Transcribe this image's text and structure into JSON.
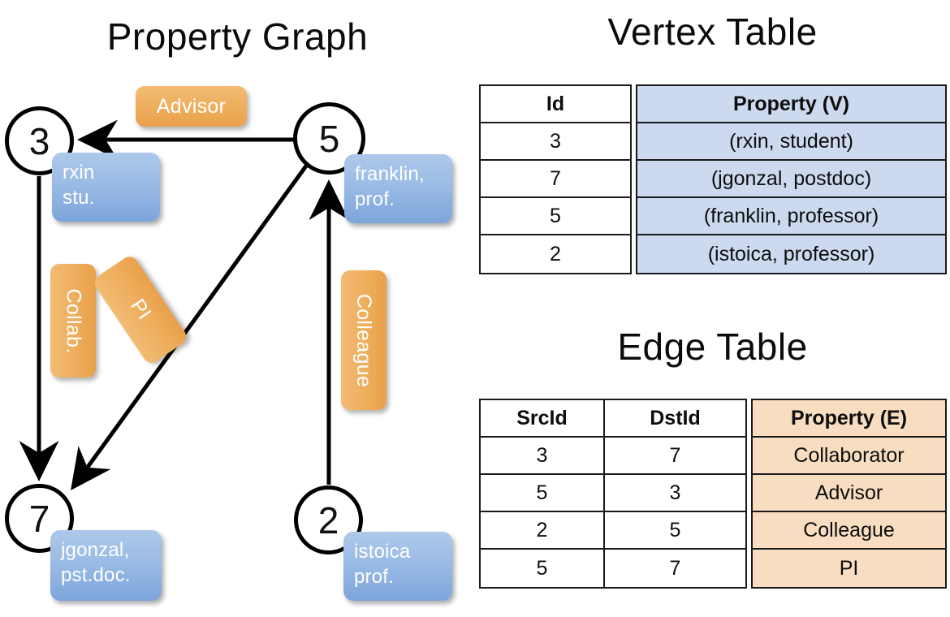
{
  "titles": {
    "graph": "Property Graph",
    "vertex_table": "Vertex Table",
    "edge_table": "Edge Table"
  },
  "colors": {
    "vertex_property_fill": "#ccd9ee",
    "edge_property_fill": "#f8ddc0",
    "vertex_box_fill": "#9dbde6",
    "edge_label_fill": "#eeae5c",
    "stroke": "#000000",
    "background": "#ffffff"
  },
  "graph": {
    "nodes": [
      {
        "id": "3",
        "label": "3",
        "property_line1": "rxin",
        "property_line2": "stu."
      },
      {
        "id": "5",
        "label": "5",
        "property_line1": "franklin,",
        "property_line2": "prof."
      },
      {
        "id": "7",
        "label": "7",
        "property_line1": "jgonzal,",
        "property_line2": "pst.doc."
      },
      {
        "id": "2",
        "label": "2",
        "property_line1": "istoica",
        "property_line2": "prof."
      }
    ],
    "edge_labels": [
      {
        "key": "advisor",
        "text": "Advisor"
      },
      {
        "key": "collab",
        "text": "Collab."
      },
      {
        "key": "pi",
        "text": "PI"
      },
      {
        "key": "colleague",
        "text": "Colleague"
      }
    ],
    "edges": [
      {
        "from": "5",
        "to": "3",
        "label": "Advisor"
      },
      {
        "from": "3",
        "to": "7",
        "label": "Collab."
      },
      {
        "from": "5",
        "to": "7",
        "label": "PI"
      },
      {
        "from": "2",
        "to": "5",
        "label": "Colleague"
      }
    ]
  },
  "vertex_table": {
    "headers": [
      "Id",
      "Property (V)"
    ],
    "rows": [
      [
        "3",
        "(rxin, student)"
      ],
      [
        "7",
        "(jgonzal, postdoc)"
      ],
      [
        "5",
        "(franklin, professor)"
      ],
      [
        "2",
        "(istoica, professor)"
      ]
    ]
  },
  "edge_table": {
    "headers": [
      "SrcId",
      "DstId",
      "Property (E)"
    ],
    "rows": [
      [
        "3",
        "7",
        "Collaborator"
      ],
      [
        "5",
        "3",
        "Advisor"
      ],
      [
        "2",
        "5",
        "Colleague"
      ],
      [
        "5",
        "7",
        "PI"
      ]
    ]
  }
}
